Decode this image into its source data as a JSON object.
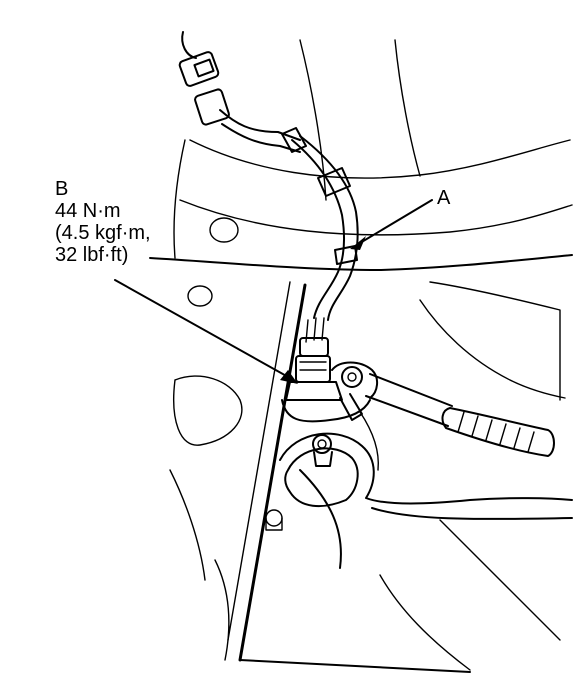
{
  "callouts": {
    "a": {
      "letter": "A"
    },
    "b": {
      "letter": "B",
      "torque_nm": "44 N·m",
      "torque_kgfm": "(4.5 kgf·m,",
      "torque_lbfft": "32 lbf·ft)"
    }
  },
  "colors": {
    "line": "#000000",
    "background": "#ffffff"
  }
}
